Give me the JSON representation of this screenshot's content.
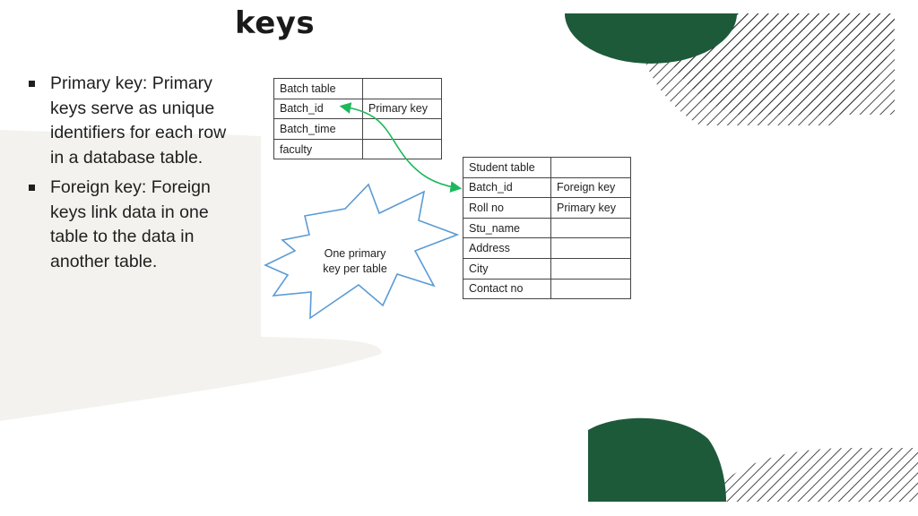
{
  "slide": {
    "title": "keys",
    "bullets": [
      "Primary key: Primary keys serve as unique identifiers for each row in a database table.",
      "Foreign key: Foreign keys link data in one table to the data in another table."
    ]
  },
  "batch_table": {
    "rows": [
      [
        "Batch table",
        ""
      ],
      [
        "Batch_id",
        "Primary key"
      ],
      [
        "Batch_time",
        ""
      ],
      [
        "faculty",
        ""
      ]
    ]
  },
  "student_table": {
    "rows": [
      [
        "Student table",
        ""
      ],
      [
        "Batch_id",
        "Foreign key"
      ],
      [
        "Roll no",
        "Primary key"
      ],
      [
        "Stu_name",
        ""
      ],
      [
        "Address",
        ""
      ],
      [
        "City",
        ""
      ],
      [
        "Contact no",
        ""
      ]
    ]
  },
  "callout": {
    "line1": "One primary",
    "line2": "key per table"
  },
  "colors": {
    "accent_green": "#1d5a3a",
    "arrow_green": "#1db85a",
    "starburst_stroke": "#5b9bd5",
    "hatch": "#1f1f1f",
    "panel": "#f3f2ee"
  }
}
